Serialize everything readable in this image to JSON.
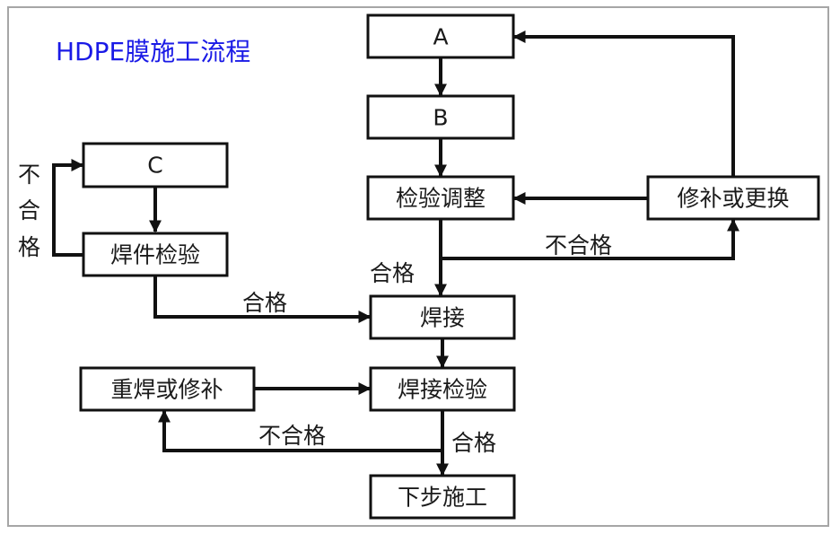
{
  "title": "HDPE膜施工流程",
  "title_color": "#1a1ae6",
  "nodes": {
    "a": "A",
    "b": "B",
    "inspect_adjust": "检验调整",
    "repair_replace": "修补或更换",
    "c": "C",
    "weldpiece_inspect": "焊件检验",
    "weld": "焊接",
    "weld_inspect": "焊接检验",
    "reweld_repair": "重焊或修补",
    "next_step": "下步施工"
  },
  "edge_labels": {
    "pass": "合格",
    "fail": "不合格",
    "fail_vertical": [
      "不",
      "合",
      "格"
    ]
  },
  "edges": [
    {
      "from": "A",
      "to": "B"
    },
    {
      "from": "B",
      "to": "检验调整"
    },
    {
      "from": "检验调整",
      "to": "焊接",
      "label": "合格"
    },
    {
      "from": "检验调整",
      "to": "修补或更换",
      "label": "不合格"
    },
    {
      "from": "修补或更换",
      "to": "检验调整"
    },
    {
      "from": "修补或更换",
      "to": "A"
    },
    {
      "from": "C",
      "to": "焊件检验"
    },
    {
      "from": "焊件检验",
      "to": "C",
      "label": "不合格"
    },
    {
      "from": "焊件检验",
      "to": "焊接",
      "label": "合格"
    },
    {
      "from": "焊接",
      "to": "焊接检验"
    },
    {
      "from": "焊接检验",
      "to": "下步施工",
      "label": "合格"
    },
    {
      "from": "焊接检验",
      "to": "重焊或修补",
      "label": "不合格"
    },
    {
      "from": "重焊或修补",
      "to": "焊接检验"
    }
  ]
}
